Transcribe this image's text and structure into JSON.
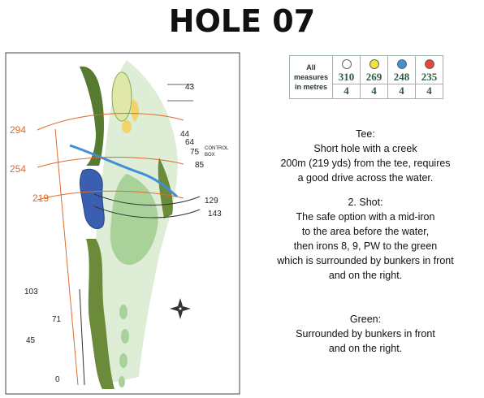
{
  "title": "HOLE 07",
  "scorecard": {
    "label_lines": [
      "All",
      "measures",
      "in metres"
    ],
    "tees": [
      {
        "color": "#ffffff",
        "distance": "310",
        "par": "4"
      },
      {
        "color": "#f2e23a",
        "distance": "269",
        "par": "4"
      },
      {
        "color": "#3f8fd8",
        "distance": "248",
        "par": "4"
      },
      {
        "color": "#e8463a",
        "distance": "235",
        "par": "4"
      }
    ]
  },
  "map": {
    "markers_left": [
      {
        "label": "294",
        "color": "#e06a2a"
      },
      {
        "label": "254",
        "color": "#e06a2a"
      },
      {
        "label": "219",
        "color": "#e06a2a"
      },
      {
        "label": "103",
        "color": "#222222"
      },
      {
        "label": "71",
        "color": "#222222"
      },
      {
        "label": "45",
        "color": "#222222"
      },
      {
        "label": "0",
        "color": "#222222"
      }
    ],
    "markers_right": [
      {
        "label": "43"
      },
      {
        "label": "44"
      },
      {
        "label": "64"
      },
      {
        "label": "75"
      },
      {
        "label": "85"
      },
      {
        "label": "129"
      },
      {
        "label": "143"
      }
    ],
    "control_box_line1": "CONTROL",
    "control_box_line2": "BOX"
  },
  "description": {
    "tee": {
      "heading": "Tee:",
      "lines": [
        "Short hole with a creek",
        "200m (219 yds) from the tee, requires",
        "a good drive across the water."
      ]
    },
    "shot": {
      "heading": "2. Shot:",
      "lines": [
        "The safe option with a mid-iron",
        "to the area before the water,",
        "then irons 8, 9, PW to the green",
        "which is surrounded by bunkers in front",
        "and on the right."
      ]
    },
    "green": {
      "heading": "Green:",
      "lines": [
        "Surrounded by bunkers in front",
        "and on the right."
      ]
    }
  }
}
